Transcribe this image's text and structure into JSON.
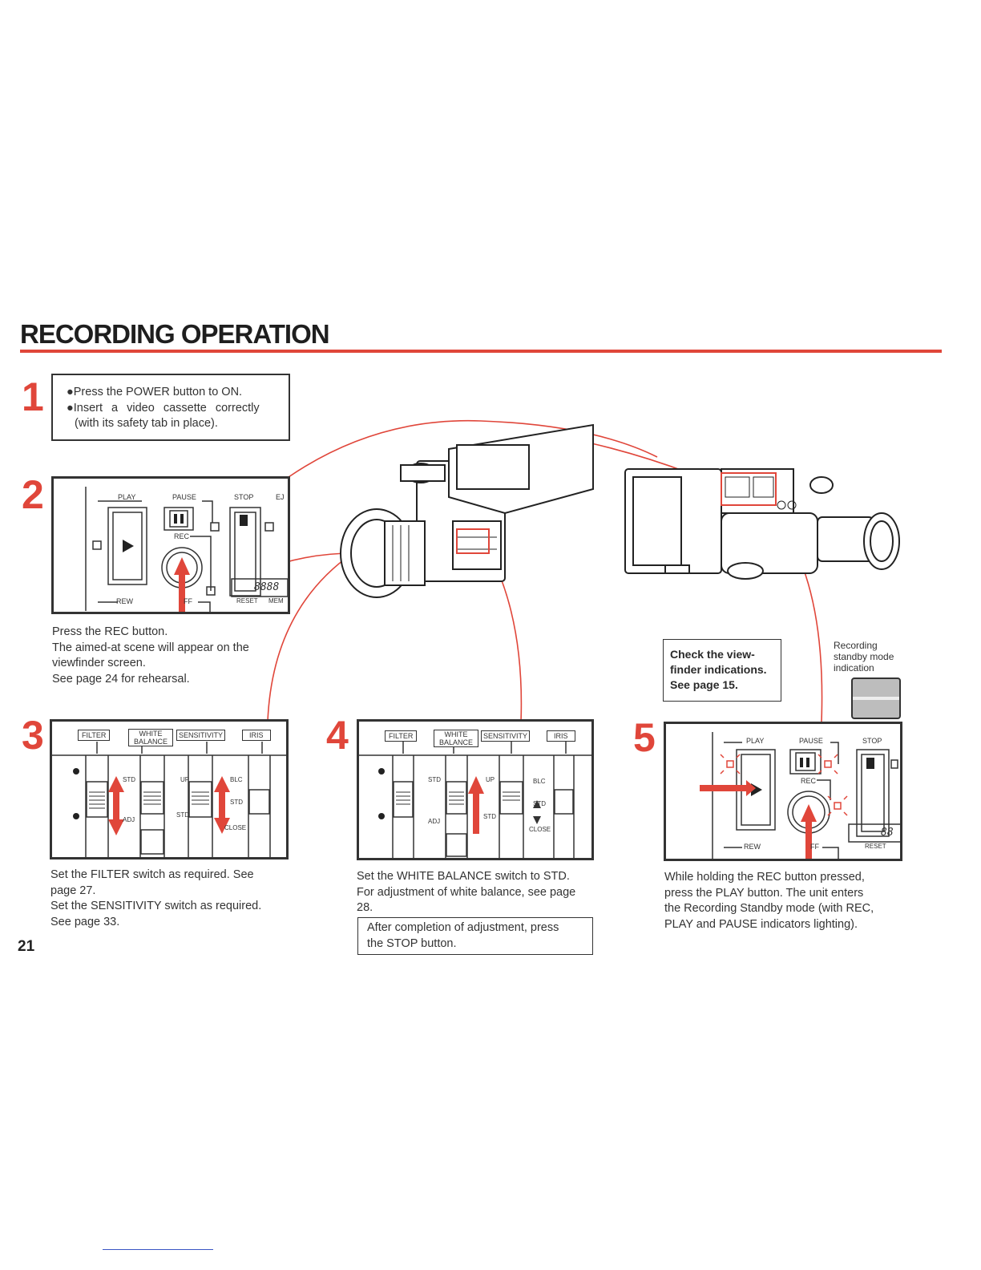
{
  "title": "RECORDING OPERATION",
  "page_number": "21",
  "colors": {
    "accent": "#e0463a",
    "ink": "#333333"
  },
  "step1": {
    "number": "1",
    "lines": [
      "●Press the POWER button to ON.",
      "●Insert a video cassette correctly",
      "(with its safety tab in place)."
    ]
  },
  "step2": {
    "number": "2",
    "panel": {
      "play": "PLAY",
      "pause": "PAUSE",
      "stop": "STOP",
      "eject": "EJ",
      "rec": "REC",
      "rew": "REW",
      "ff": "FF",
      "reset": "RESET",
      "memo": "MEM",
      "counter": "8888"
    },
    "lines": [
      "Press the REC button.",
      "The aimed-at scene will appear on the",
      "viewfinder screen.",
      "See page 24 for rehearsal."
    ]
  },
  "step3": {
    "number": "3",
    "panel": {
      "filter": "FILTER",
      "white_balance": "WHITE BALANCE",
      "sensitivity": "SENSITIVITY",
      "iris": "IRIS",
      "std": "STD",
      "adj": "ADJ",
      "up": "UP",
      "std2": "STD",
      "blc": "BLC",
      "std3": "STD",
      "close": "CLOSE"
    },
    "lines": [
      "Set the FILTER switch as required. See",
      "page 27.",
      "Set the SENSITIVITY switch as required.",
      "See page 33."
    ]
  },
  "step4": {
    "number": "4",
    "panel": {
      "filter": "FILTER",
      "white_balance": "WHITE BALANCE",
      "sensitivity": "SENSITIVITY",
      "iris": "IRIS",
      "std": "STD",
      "adj": "ADJ",
      "up": "UP",
      "std2": "STD",
      "blc": "BLC",
      "std3": "STD",
      "close": "CLOSE"
    },
    "lines": [
      "Set the WHITE BALANCE switch to STD.",
      "For adjustment of white balance, see page",
      "28."
    ],
    "note": [
      "After completion of adjustment, press",
      "the STOP button."
    ]
  },
  "step5": {
    "number": "5",
    "panel": {
      "play": "PLAY",
      "pause": "PAUSE",
      "stop": "STOP",
      "rec": "REC",
      "rew": "REW",
      "ff": "FF",
      "reset": "RESET",
      "counter": "88"
    },
    "lines": [
      "While holding the REC button pressed,",
      "press the PLAY button. The unit enters",
      "the Recording Standby mode (with REC,",
      "PLAY and PAUSE indicators lighting)."
    ]
  },
  "viewfinder_check": [
    "Check the view-",
    "finder indications.",
    "See page 15."
  ],
  "standby_label": [
    "Recording",
    "standby mode",
    "indication"
  ]
}
